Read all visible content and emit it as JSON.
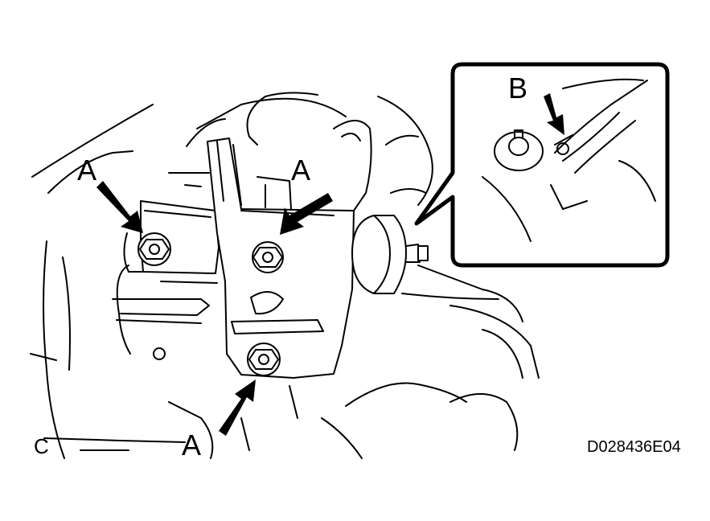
{
  "diagram": {
    "callouts": {
      "a_left": "A",
      "a_middle": "A",
      "a_bottom": "A",
      "b_inset": "B"
    },
    "corner_label": "C",
    "figure_code": "D028436E04"
  }
}
